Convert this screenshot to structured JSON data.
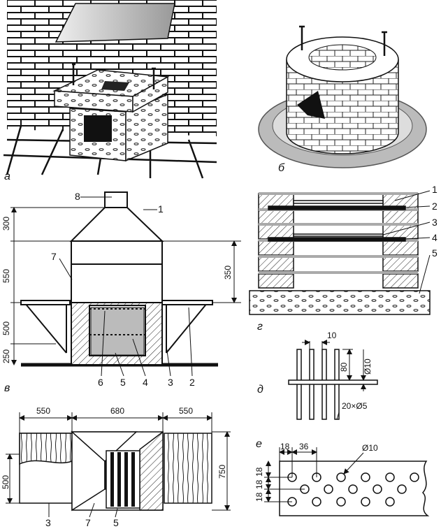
{
  "panel_labels": {
    "a": "а",
    "b": "б",
    "v": "в",
    "g": "г",
    "d": "д",
    "e": "е"
  },
  "v_panel": {
    "numbers": {
      "n1": "1",
      "n2": "2",
      "n3": "3",
      "n4": "4",
      "n5": "5",
      "n6": "6",
      "n7": "7",
      "n8": "8"
    },
    "dims": {
      "d300": "300",
      "d550": "550",
      "d500": "500",
      "d250": "250",
      "d350": "350"
    }
  },
  "g_panel": {
    "numbers": {
      "n1": "1",
      "n2": "2",
      "n3": "3",
      "n4": "4",
      "n5": "5"
    }
  },
  "d_panel": {
    "dims": {
      "d10": "10",
      "d80": "80",
      "dia10": "Ø10",
      "rods": "20×Ø5"
    }
  },
  "plan_panel": {
    "dims": {
      "w550l": "550",
      "w680": "680",
      "w550r": "550",
      "h500": "500",
      "h750": "750"
    },
    "numbers": {
      "n3": "3",
      "n7": "7",
      "n5": "5"
    }
  },
  "e_panel": {
    "dims": {
      "d18": "18",
      "d36": "36",
      "dia10": "Ø10",
      "v18a": "18",
      "v18b": "18",
      "v18c": "18"
    }
  }
}
